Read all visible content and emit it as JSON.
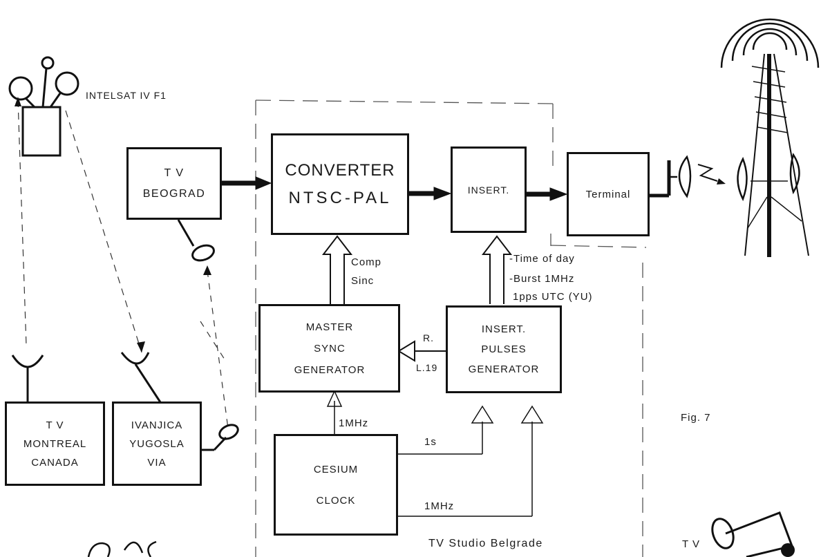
{
  "satellite_label": "INTELSAT IV F1",
  "blocks": {
    "tv_beograd": [
      "T V",
      "BEOGRAD"
    ],
    "converter": [
      "CONVERTER",
      "NTSC-PAL"
    ],
    "insert": "INSERT.",
    "terminal": "Terminal",
    "master_sync": [
      "MASTER",
      "SYNC",
      "GENERATOR"
    ],
    "insert_pulses": [
      "INSERT.",
      "PULSES",
      "GENERATOR"
    ],
    "cesium_clock": [
      "CESIUM",
      "CLOCK"
    ],
    "tv_montreal": [
      "T V",
      "MONTREAL",
      "CANADA"
    ],
    "ivanjica": [
      "IVANJICA",
      "YUGOSLA",
      "VIA"
    ]
  },
  "signals": {
    "comp_sinc": [
      "Comp",
      "Sinc"
    ],
    "insert_inputs": [
      "-Time  of day",
      "-Burst  1MHz",
      "1pps  UTC  (YU)"
    ],
    "r": "R.",
    "l19": "L.19",
    "clock_1mhz_to_master": "1MHz",
    "clock_1s": "1s",
    "clock_1mhz_to_pulses": "1MHz"
  },
  "studio_label": "TV  Studio  Belgrade",
  "fig_label": "Fig. 7",
  "tv_corner_label": "T V"
}
